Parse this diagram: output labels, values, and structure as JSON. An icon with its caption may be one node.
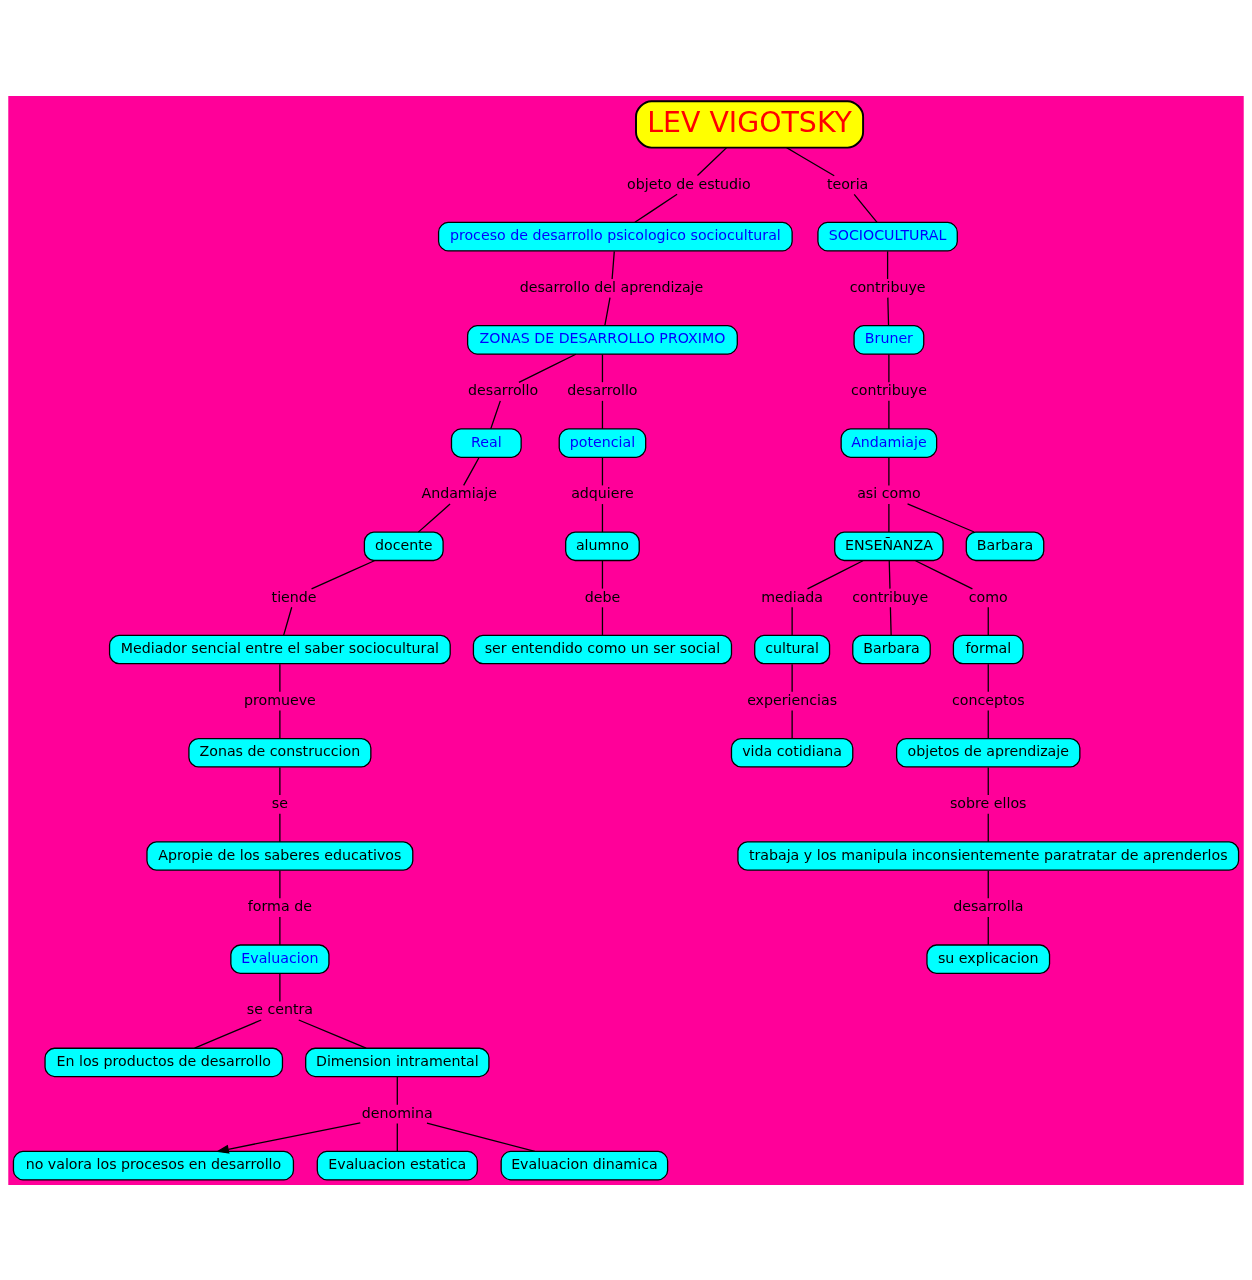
{
  "diagram": {
    "nodes": [
      {
        "text": [
          "LEV VIGOTSKY"
        ]
      },
      {
        "text": [
          "objeto de estudio"
        ]
      },
      {
        "text": [
          "teoria"
        ]
      },
      {
        "text": [
          "proceso de desarrollo psicologico sociocultural"
        ]
      },
      {
        "text": [
          "SOCIOCULTURAL"
        ]
      },
      {
        "text": [
          "desarrollo del aprendizaje"
        ]
      },
      {
        "text": [
          "contribuye"
        ]
      },
      {
        "text": [
          "ZONAS DE DESARROLLO PROXIMO"
        ]
      },
      {
        "text": [
          "Bruner"
        ]
      },
      {
        "text": [
          "desarrollo"
        ]
      },
      {
        "text": [
          "desarrollo"
        ]
      },
      {
        "text": [
          "contribuye"
        ]
      },
      {
        "text": [
          "Real"
        ]
      },
      {
        "text": [
          "potencial"
        ]
      },
      {
        "text": [
          "Andamiaje"
        ]
      },
      {
        "text": [
          "Andamiaje"
        ]
      },
      {
        "text": [
          "adquiere"
        ]
      },
      {
        "text": [
          "asi como"
        ]
      },
      {
        "text": [
          "docente"
        ]
      },
      {
        "text": [
          "alumno"
        ]
      },
      {
        "text": [
          "ENSEÑANZA"
        ]
      },
      {
        "text": [
          "Barbara"
        ]
      },
      {
        "text": [
          "tiende"
        ]
      },
      {
        "text": [
          "debe"
        ]
      },
      {
        "text": [
          "mediada"
        ]
      },
      {
        "text": [
          "contribuye"
        ]
      },
      {
        "text": [
          "como"
        ]
      },
      {
        "text": [
          "Mediador sencial entre el saber sociocultural"
        ]
      },
      {
        "text": [
          "ser entendido como un ser social"
        ]
      },
      {
        "text": [
          "cultural"
        ]
      },
      {
        "text": [
          "Barbara"
        ]
      },
      {
        "text": [
          "formal"
        ]
      },
      {
        "text": [
          "promueve"
        ]
      },
      {
        "text": [
          "experiencias"
        ]
      },
      {
        "text": [
          "conceptos"
        ]
      },
      {
        "text": [
          "Zonas de construccion"
        ]
      },
      {
        "text": [
          "vida cotidiana"
        ]
      },
      {
        "text": [
          "objetos de aprendizaje"
        ]
      },
      {
        "text": [
          "se"
        ]
      },
      {
        "text": [
          "sobre ellos"
        ]
      },
      {
        "text": [
          "Apropie de los saberes educativos"
        ]
      },
      {
        "text": [
          "trabaja y los manipula inconsientemente paratratar de aprenderlos"
        ]
      },
      {
        "text": [
          "forma de"
        ]
      },
      {
        "text": [
          "desarrolla"
        ]
      },
      {
        "text": [
          "Evaluacion"
        ]
      },
      {
        "text": [
          "su explicacion"
        ]
      },
      {
        "text": [
          "se centra"
        ]
      },
      {
        "text": [
          "En los productos de desarrollo"
        ]
      },
      {
        "text": [
          "Dimension intramental"
        ]
      },
      {
        "text": [
          "denomina"
        ]
      },
      {
        "text": [
          "no valora los procesos en desarrollo"
        ]
      },
      {
        "text": [
          "Evaluacion estatica"
        ]
      },
      {
        "text": [
          "Evaluacion dinamica"
        ]
      }
    ],
    "edges": [
      {
        "from": 0,
        "to": 1,
        "arrow": "none"
      },
      {
        "from": 1,
        "to": 3,
        "arrow": "none"
      },
      {
        "from": 0,
        "to": 2,
        "arrow": "none"
      },
      {
        "from": 2,
        "to": 4,
        "arrow": "none"
      },
      {
        "from": 3,
        "to": 5,
        "arrow": "none"
      },
      {
        "from": 5,
        "to": 7,
        "arrow": "none"
      },
      {
        "from": 4,
        "to": 6,
        "arrow": "none"
      },
      {
        "from": 6,
        "to": 8,
        "arrow": "none"
      },
      {
        "from": 7,
        "to": 9,
        "arrow": "none"
      },
      {
        "from": 7,
        "to": 10,
        "arrow": "none"
      },
      {
        "from": 9,
        "to": 12,
        "arrow": "none"
      },
      {
        "from": 10,
        "to": 13,
        "arrow": "none"
      },
      {
        "from": 8,
        "to": 11,
        "arrow": "none"
      },
      {
        "from": 11,
        "to": 14,
        "arrow": "none"
      },
      {
        "from": 12,
        "to": 15,
        "arrow": "none"
      },
      {
        "from": 15,
        "to": 18,
        "arrow": "none"
      },
      {
        "from": 13,
        "to": 16,
        "arrow": "none"
      },
      {
        "from": 16,
        "to": 19,
        "arrow": "none"
      },
      {
        "from": 14,
        "to": 17,
        "arrow": "none"
      },
      {
        "from": 17,
        "to": 20,
        "arrow": "none"
      },
      {
        "from": 17,
        "to": 21,
        "arrow": "none"
      },
      {
        "from": 18,
        "to": 22,
        "arrow": "none"
      },
      {
        "from": 22,
        "to": 27,
        "arrow": "none"
      },
      {
        "from": 19,
        "to": 23,
        "arrow": "none"
      },
      {
        "from": 23,
        "to": 28,
        "arrow": "none"
      },
      {
        "from": 20,
        "to": 24,
        "arrow": "none"
      },
      {
        "from": 20,
        "to": 25,
        "arrow": "none"
      },
      {
        "from": 20,
        "to": 26,
        "arrow": "none"
      },
      {
        "from": 24,
        "to": 29,
        "arrow": "none"
      },
      {
        "from": 25,
        "to": 30,
        "arrow": "none"
      },
      {
        "from": 26,
        "to": 31,
        "arrow": "none"
      },
      {
        "from": 27,
        "to": 32,
        "arrow": "none"
      },
      {
        "from": 32,
        "to": 35,
        "arrow": "none"
      },
      {
        "from": 29,
        "to": 33,
        "arrow": "none"
      },
      {
        "from": 33,
        "to": 36,
        "arrow": "none"
      },
      {
        "from": 31,
        "to": 34,
        "arrow": "none"
      },
      {
        "from": 34,
        "to": 37,
        "arrow": "none"
      },
      {
        "from": 35,
        "to": 38,
        "arrow": "none"
      },
      {
        "from": 38,
        "to": 40,
        "arrow": "none"
      },
      {
        "from": 37,
        "to": 39,
        "arrow": "none"
      },
      {
        "from": 39,
        "to": 41,
        "arrow": "none"
      },
      {
        "from": 40,
        "to": 42,
        "arrow": "none"
      },
      {
        "from": 42,
        "to": 44,
        "arrow": "none"
      },
      {
        "from": 41,
        "to": 43,
        "arrow": "none"
      },
      {
        "from": 43,
        "to": 45,
        "arrow": "none"
      },
      {
        "from": 44,
        "to": 46,
        "arrow": "none"
      },
      {
        "from": 46,
        "to": 47,
        "arrow": "none"
      },
      {
        "from": 46,
        "to": 48,
        "arrow": "none"
      },
      {
        "from": 48,
        "to": 49,
        "arrow": "none"
      },
      {
        "from": 49,
        "to": 50,
        "arrow": "to"
      },
      {
        "from": 49,
        "to": 51,
        "arrow": "none"
      },
      {
        "from": 49,
        "to": 52,
        "arrow": "none"
      }
    ]
  }
}
